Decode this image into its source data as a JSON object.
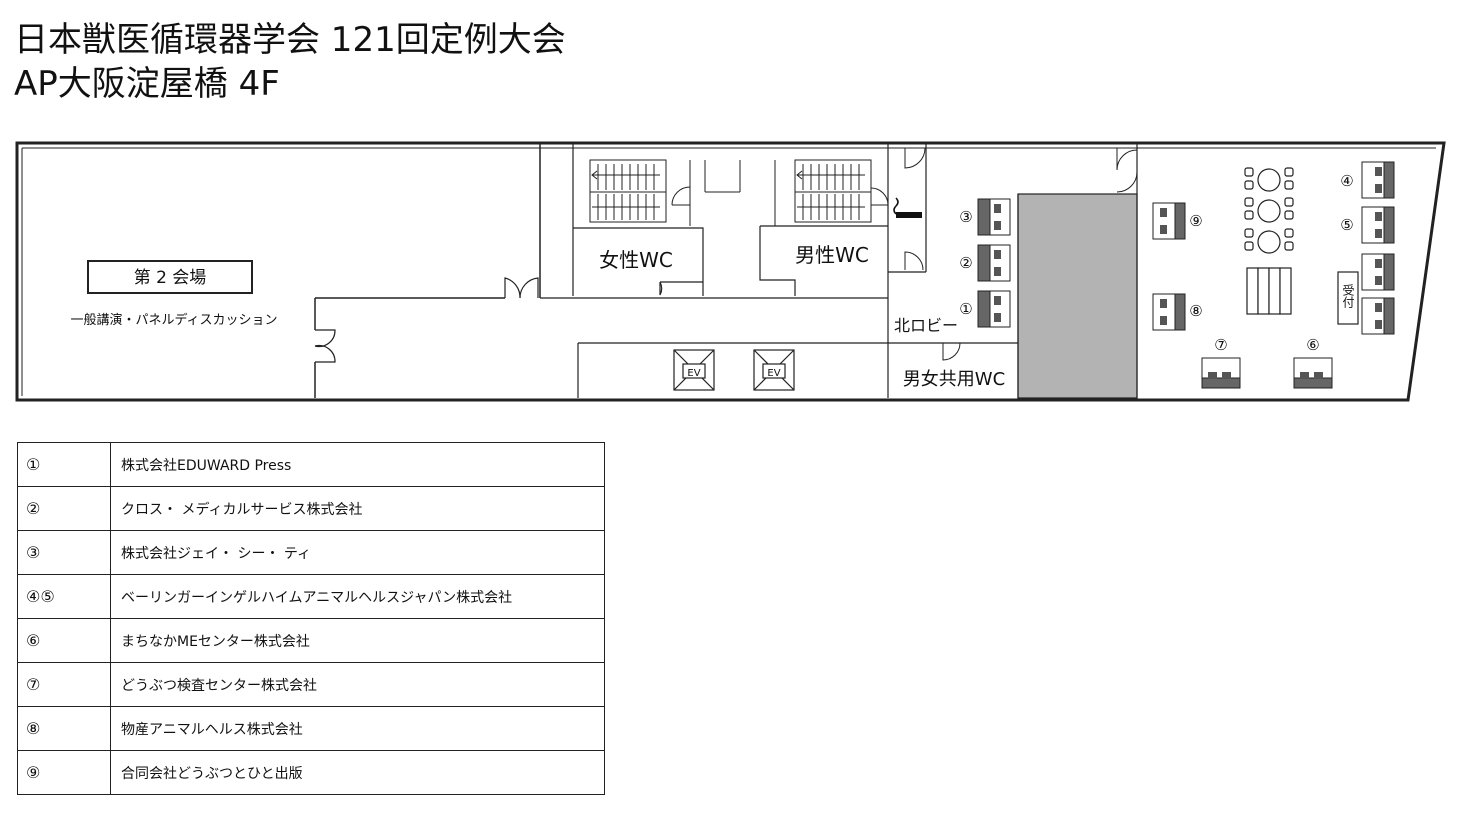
{
  "header": {
    "title": "日本獣医循環器学会 121回定例大会",
    "venue": "AP大阪淀屋橋 4F"
  },
  "floorplan": {
    "hall2_label": "第 2 会場",
    "hall2_caption": "一般講演・パネルディスカッション",
    "wc_female": "女性WC",
    "wc_male": "男性WC",
    "wc_unisex": "男女共用WC",
    "north_lobby": "北ロビー",
    "ev_label": "EV",
    "reception": "受付",
    "booth_numbers": {
      "b1": "①",
      "b2": "②",
      "b3": "③",
      "b4": "④",
      "b5": "⑤",
      "b6": "⑥",
      "b7": "⑦",
      "b8": "⑧",
      "b9": "⑨"
    }
  },
  "exhibitors": [
    {
      "num": "①",
      "name": "株式会社EDUWARD Press"
    },
    {
      "num": "②",
      "name": "クロス・ メディカルサービス株式会社"
    },
    {
      "num": "③",
      "name": "株式会社ジェイ・ シー・ ティ"
    },
    {
      "num": "④⑤",
      "name": "ベーリンガーインゲルハイムアニマルヘルスジャパン株式会社"
    },
    {
      "num": "⑥",
      "name": "まちなかMEセンター株式会社"
    },
    {
      "num": "⑦",
      "name": "どうぶつ検査センター株式会社"
    },
    {
      "num": "⑧",
      "name": "物産アニマルヘルス株式会社"
    },
    {
      "num": "⑨",
      "name": "合同会社どうぶつとひと出版"
    }
  ]
}
